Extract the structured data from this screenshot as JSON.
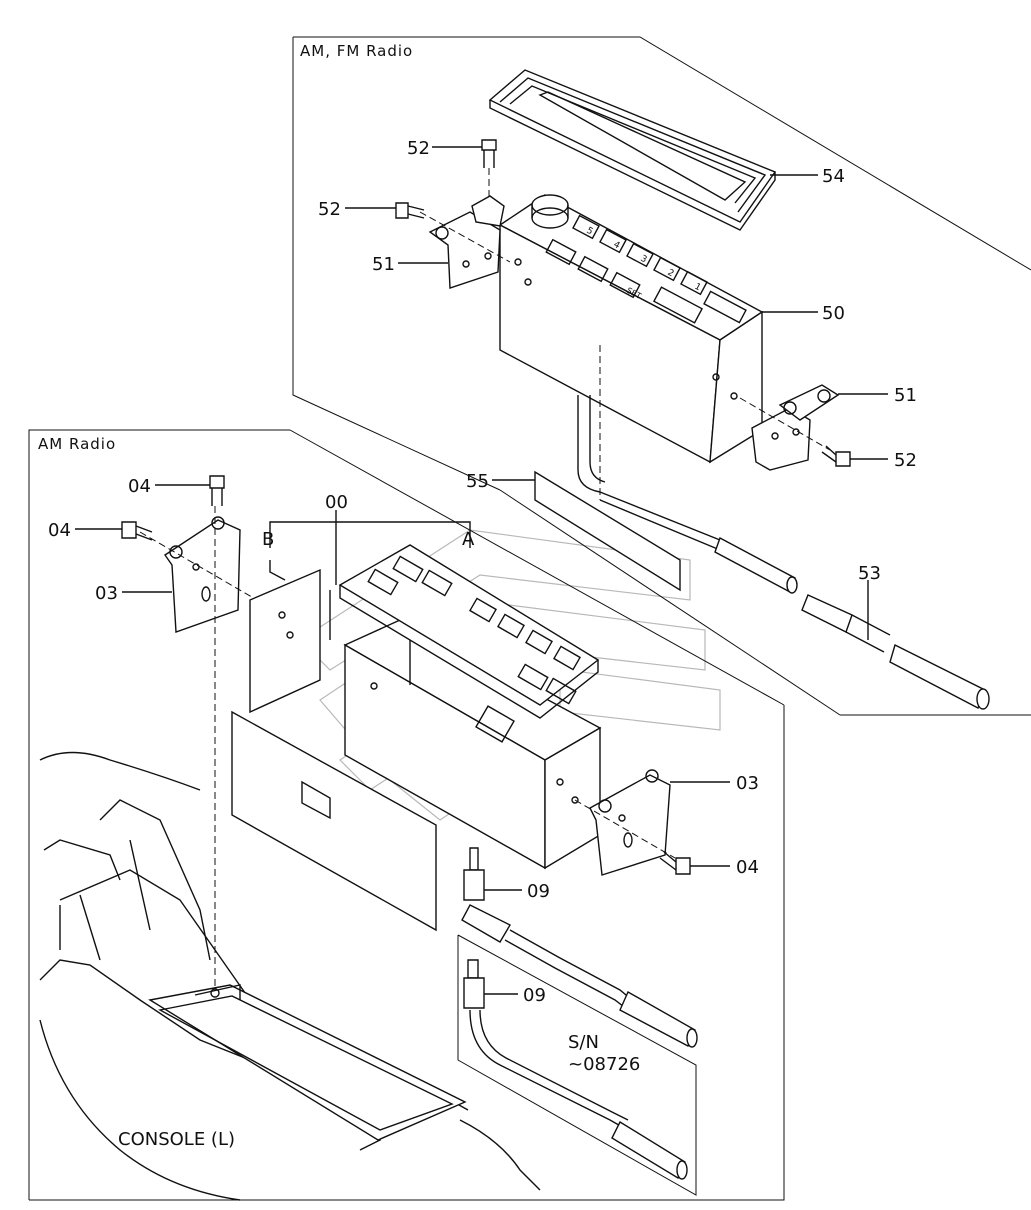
{
  "panels": {
    "upper_title": "AM, FM Radio",
    "lower_title": "AM Radio",
    "serial_title": "S/N",
    "serial_value": "~08726",
    "console_label": "CONSOLE (L)"
  },
  "part_labels": {
    "p52_top": "52",
    "p52_left": "52",
    "p51_left": "51",
    "p54": "54",
    "p50": "50",
    "p51_right": "51",
    "p52_right": "52",
    "p55": "55",
    "p53": "53",
    "p04_top": "04",
    "p04_left": "04",
    "p03_left": "03",
    "p00": "00",
    "pB": "B",
    "pA": "A",
    "p03_right": "03",
    "p04_right": "04",
    "p09_upper": "09",
    "p09_lower": "09"
  },
  "radio_keys": [
    "5",
    "4",
    "3",
    "2",
    "1",
    "SET"
  ]
}
